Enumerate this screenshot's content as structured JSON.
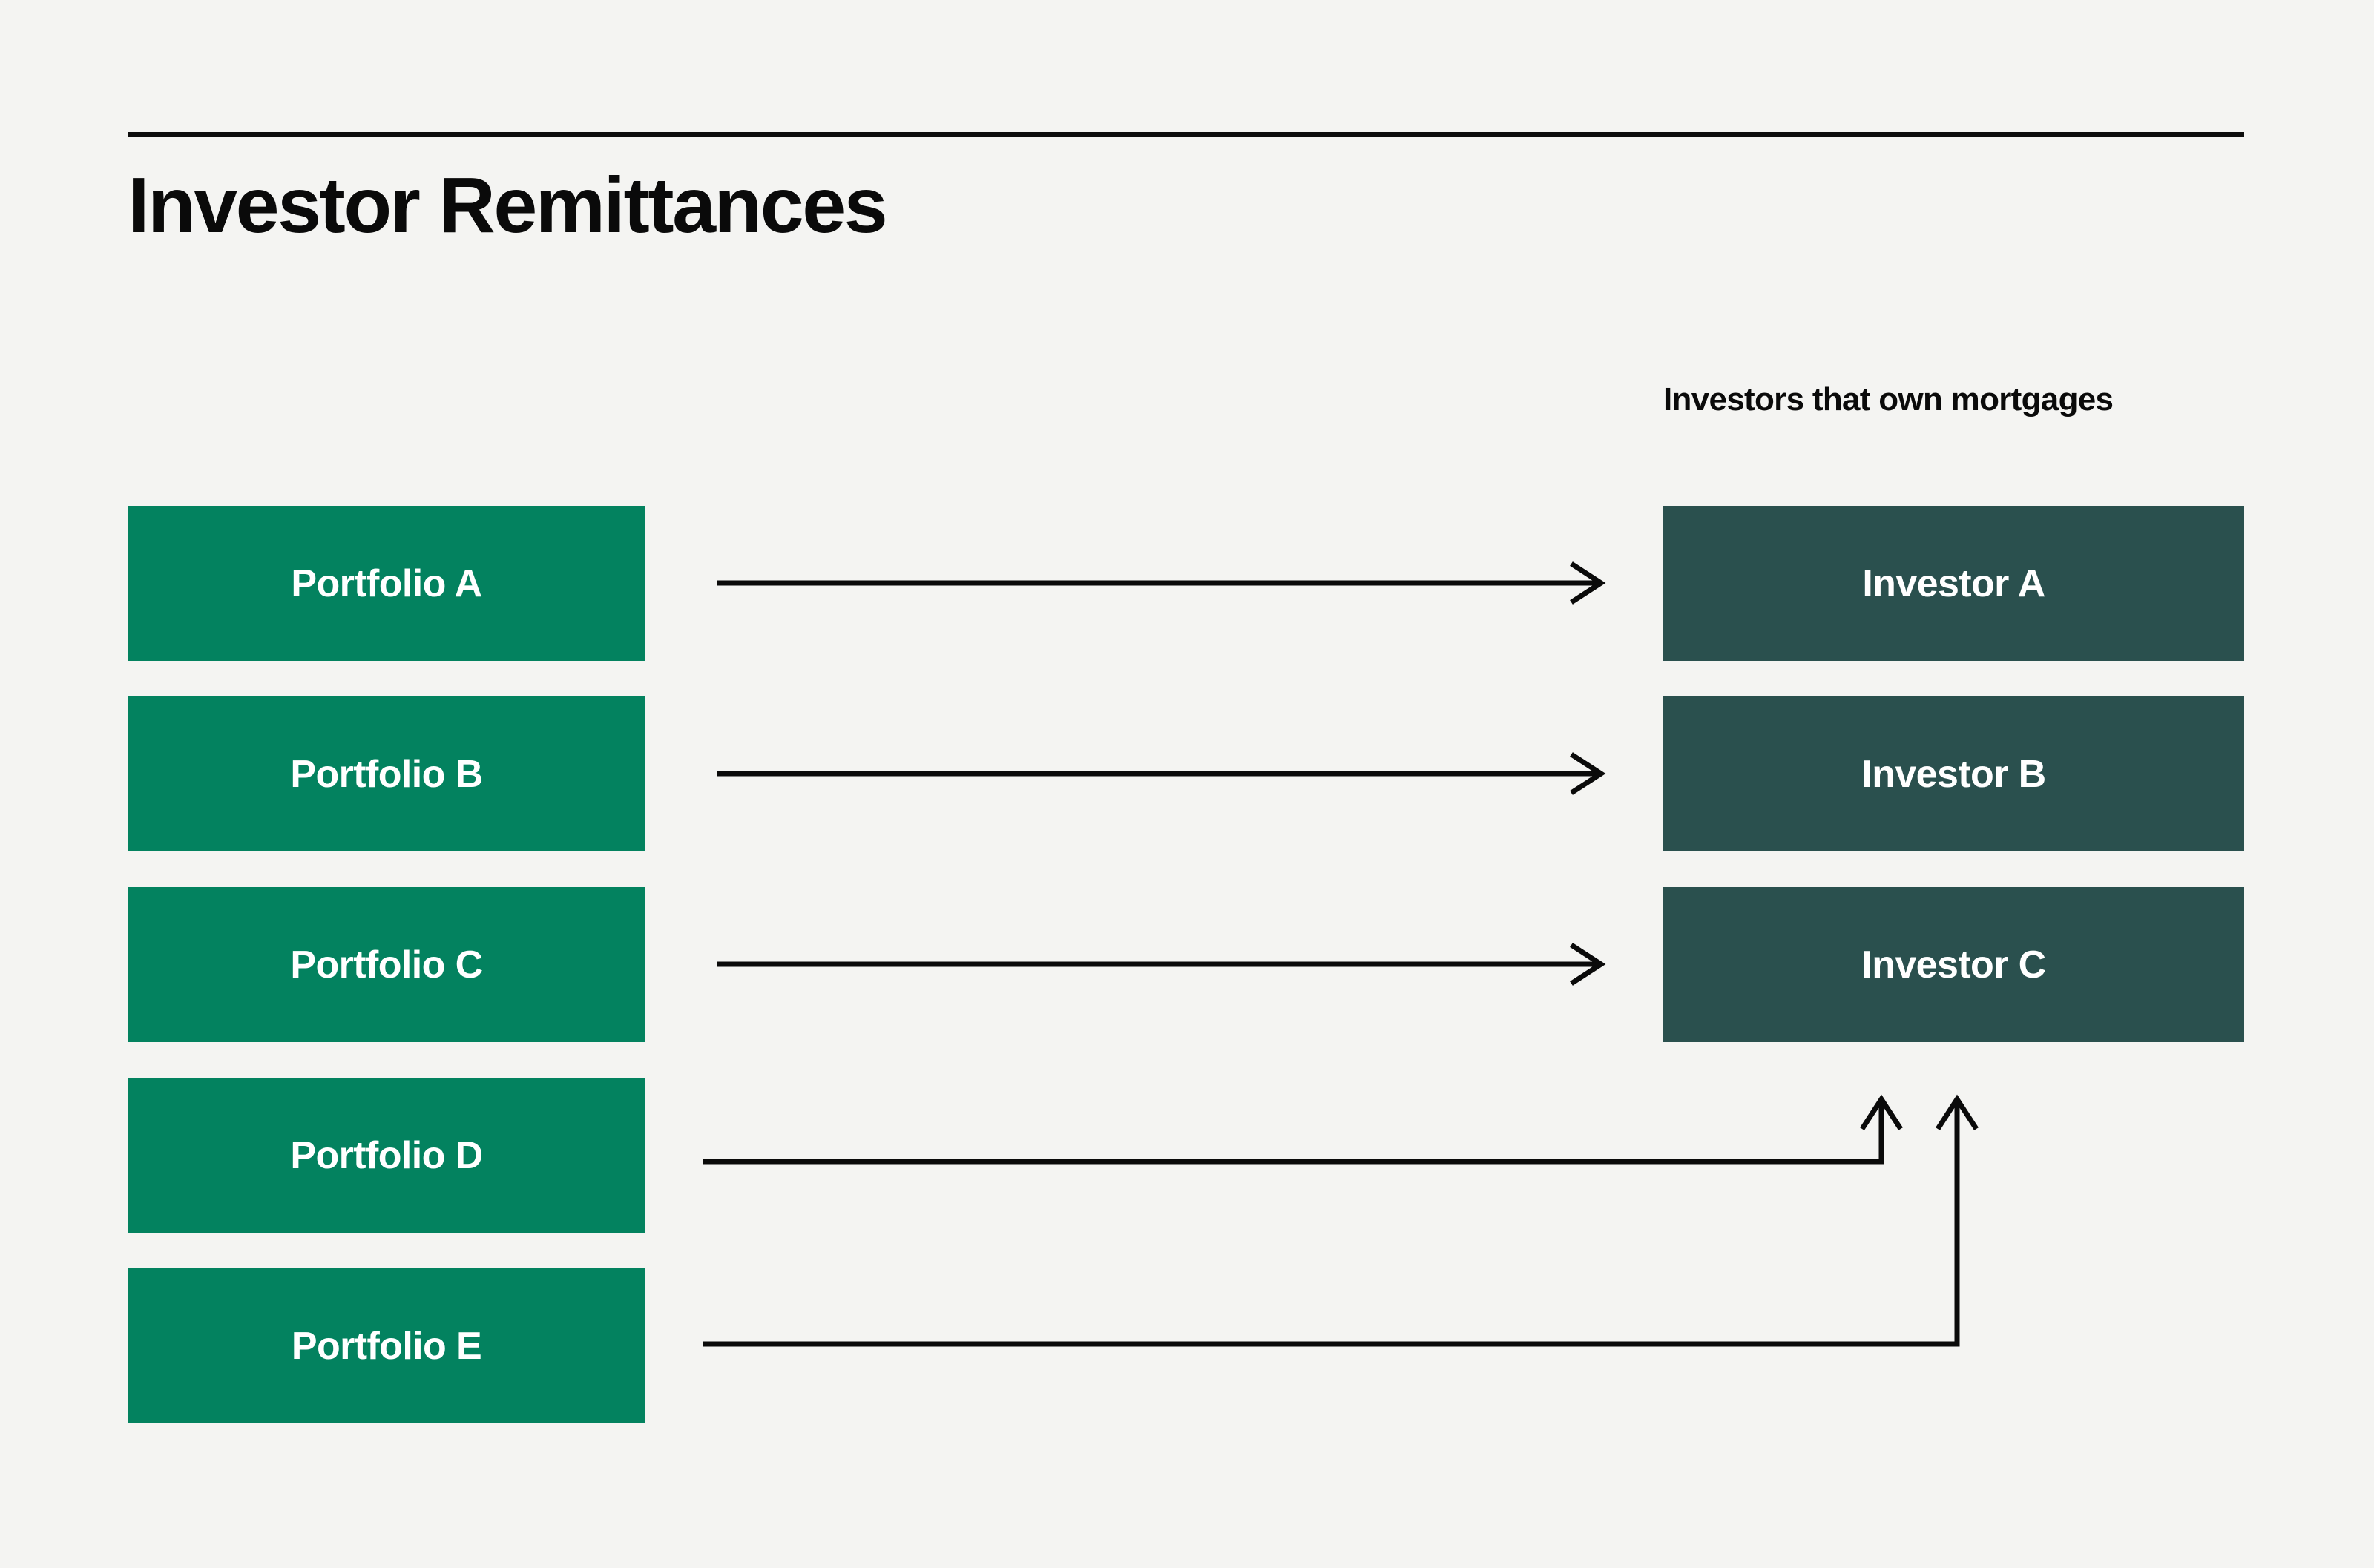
{
  "page": {
    "title": "Investor Remittances",
    "background_color": "#f4f4f2",
    "rule_color": "#0d0d0d"
  },
  "columns": {
    "left": {
      "caption": "",
      "box_color": "#03825f",
      "text_color": "#ffffff"
    },
    "right": {
      "caption": "Investors that own mortgages",
      "box_color": "#2a504e",
      "text_color": "#ffffff"
    }
  },
  "nodes": {
    "portfolios": [
      {
        "id": "portfolio-a",
        "label": "Portfolio A"
      },
      {
        "id": "portfolio-b",
        "label": "Portfolio B"
      },
      {
        "id": "portfolio-c",
        "label": "Portfolio C"
      },
      {
        "id": "portfolio-d",
        "label": "Portfolio D"
      },
      {
        "id": "portfolio-e",
        "label": "Portfolio E"
      }
    ],
    "investors": [
      {
        "id": "investor-a",
        "label": "Investor A"
      },
      {
        "id": "investor-b",
        "label": "Investor B"
      },
      {
        "id": "investor-c",
        "label": "Investor C"
      }
    ]
  },
  "connections": [
    {
      "from": "Portfolio A",
      "to": "Investor A",
      "style": "straight"
    },
    {
      "from": "Portfolio B",
      "to": "Investor B",
      "style": "straight"
    },
    {
      "from": "Portfolio C",
      "to": "Investor C",
      "style": "straight"
    },
    {
      "from": "Portfolio D",
      "to": "Investor C",
      "style": "elbow-up"
    },
    {
      "from": "Portfolio E",
      "to": "Investor C",
      "style": "elbow-up"
    }
  ],
  "arrow_color": "#0a0a0a"
}
